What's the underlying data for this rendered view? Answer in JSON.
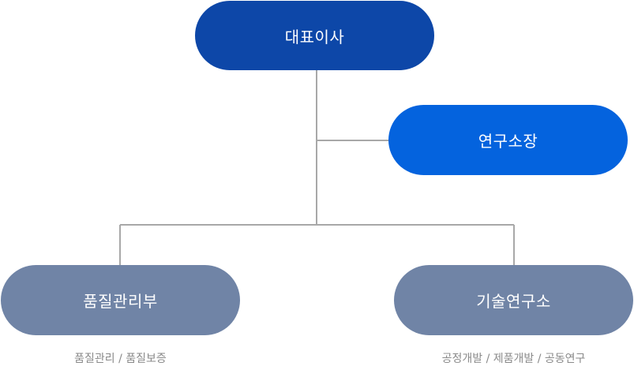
{
  "org_chart": {
    "ceo": {
      "label": "대표이사",
      "color": "#0d47a8"
    },
    "lab_director": {
      "label": "연구소장",
      "color": "#0463de"
    },
    "departments": [
      {
        "label": "품질관리부",
        "description": "품질관리 / 품질보증",
        "color": "#7084a6"
      },
      {
        "label": "기술연구소",
        "description": "공정개발 / 제품개발 / 공동연구",
        "color": "#7084a6"
      }
    ],
    "connector_color": "#a8a8a8"
  }
}
